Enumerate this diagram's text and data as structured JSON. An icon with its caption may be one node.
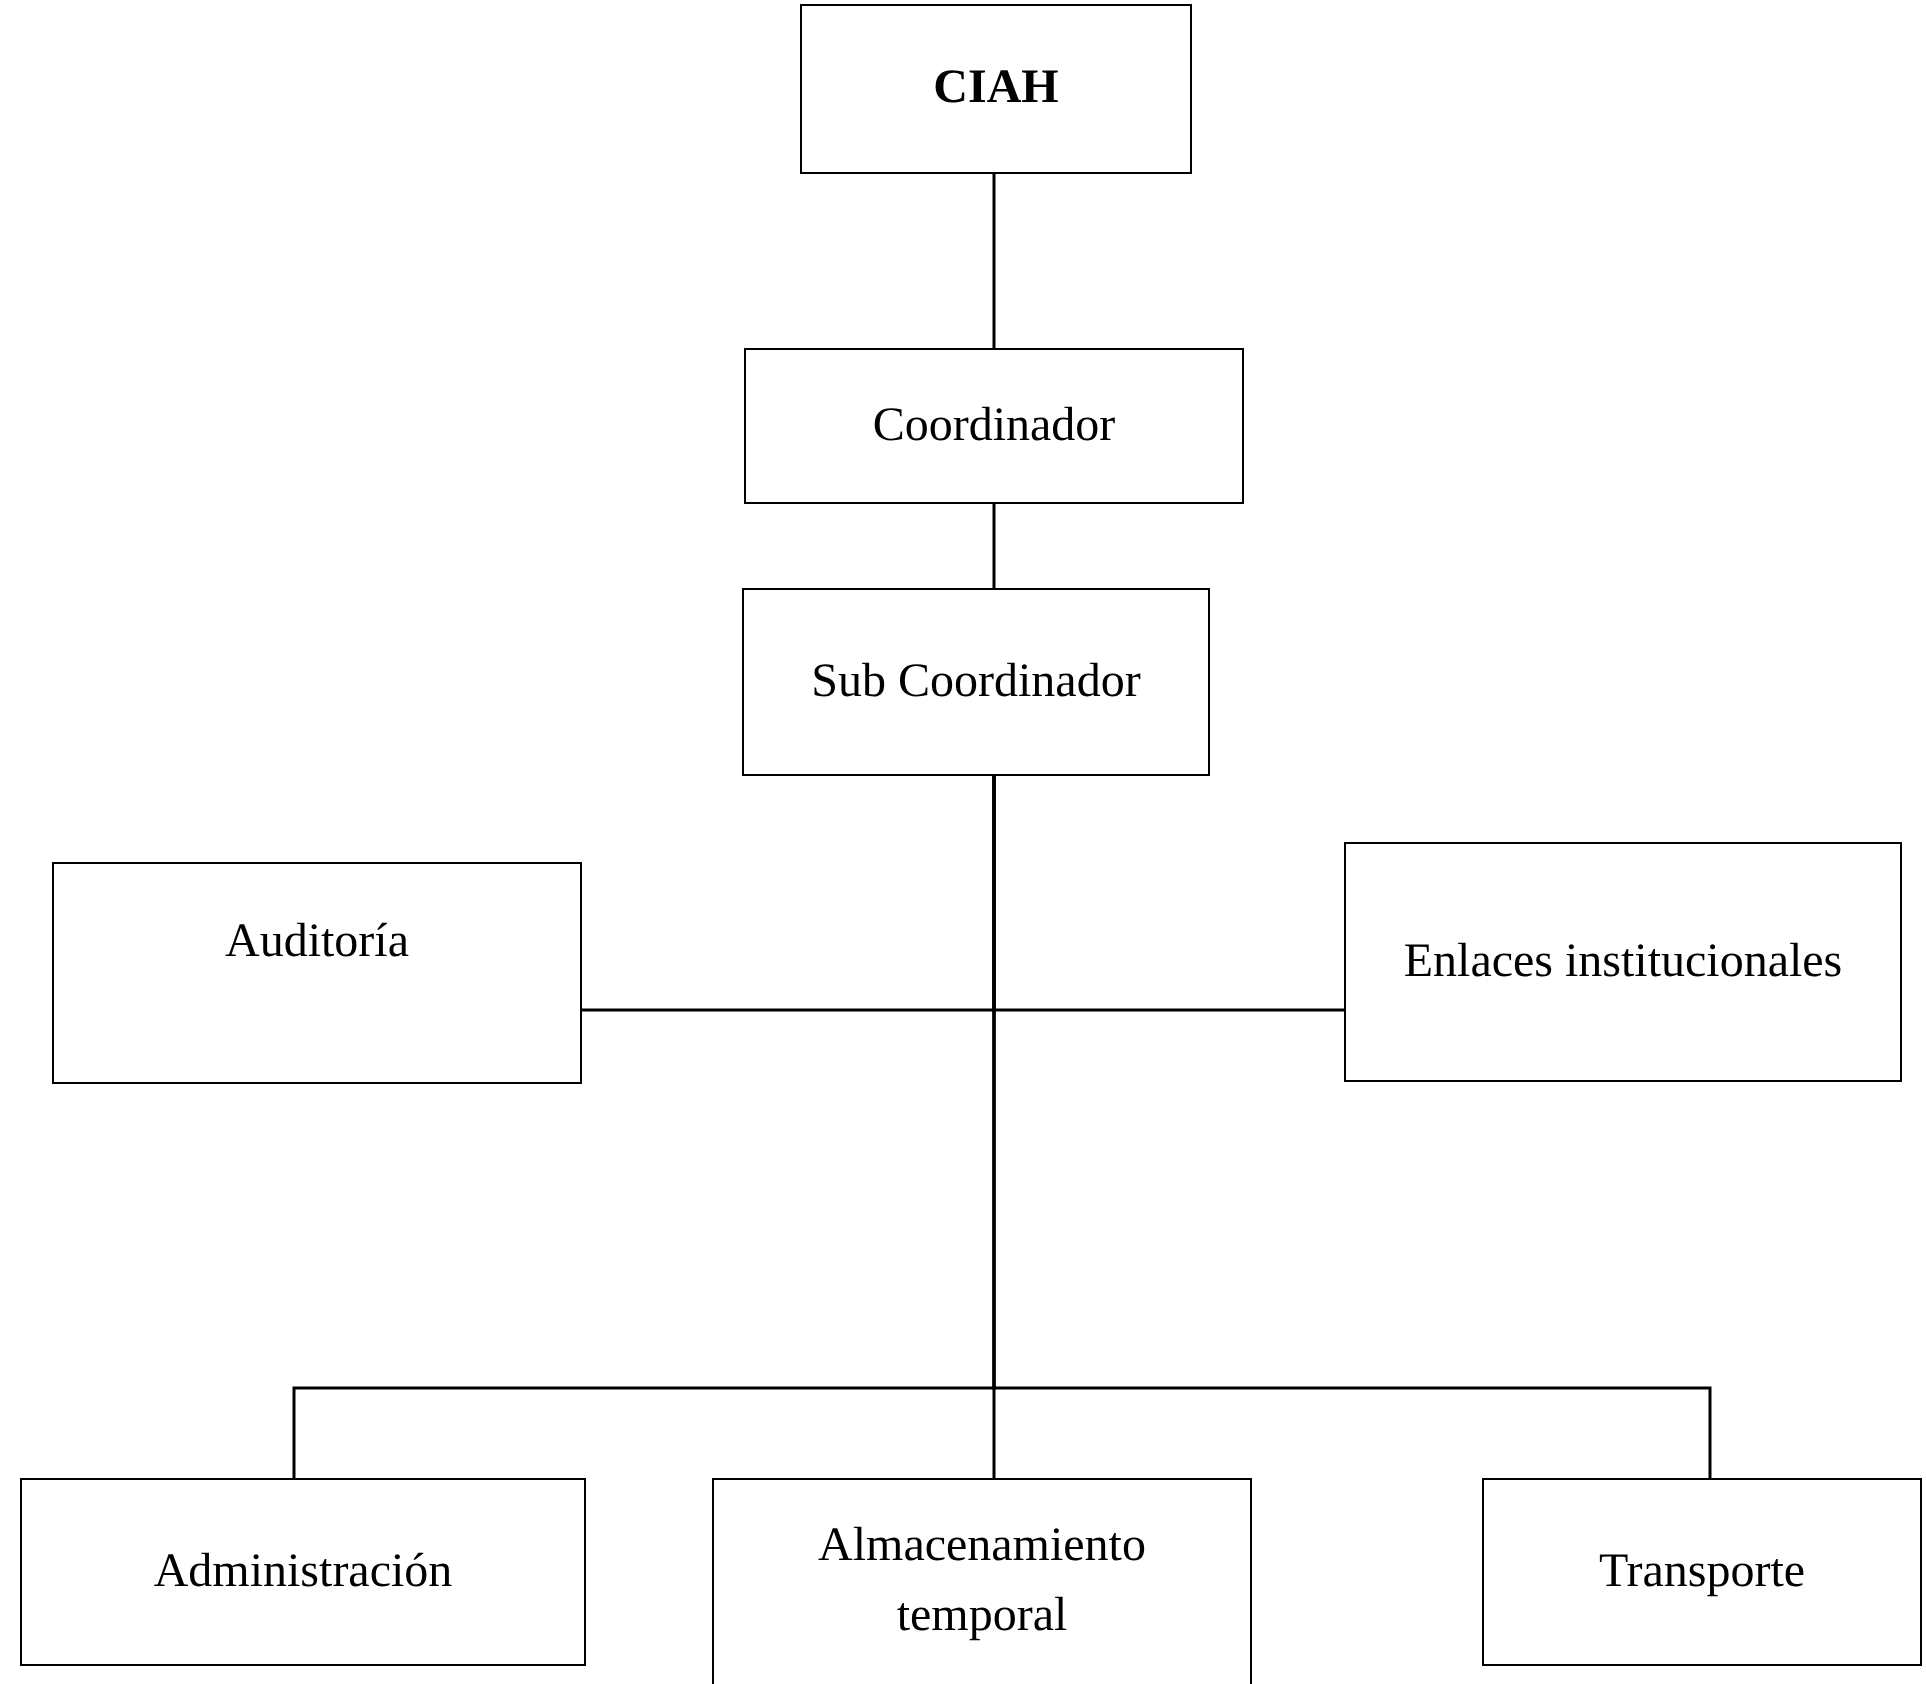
{
  "diagram": {
    "nodes": [
      {
        "text": [
          "CIAH"
        ]
      },
      {
        "text": [
          "Coordinador"
        ]
      },
      {
        "text": [
          "Sub Coordinador"
        ]
      },
      {
        "text": [
          "Auditoría"
        ]
      },
      {
        "text": [
          "Enlaces institucionales"
        ]
      },
      {
        "text": [
          "Administración"
        ]
      },
      {
        "text": [
          "Almacenamiento temporal"
        ]
      },
      {
        "text": [
          "Transporte"
        ]
      }
    ],
    "edges": [
      {
        "from": 0,
        "to": 1,
        "arrow": "none"
      },
      {
        "from": 1,
        "to": 2,
        "arrow": "none"
      },
      {
        "from": 2,
        "to": 3,
        "arrow": "none"
      },
      {
        "from": 2,
        "to": 4,
        "arrow": "none"
      },
      {
        "from": 2,
        "to": 5,
        "arrow": "none"
      },
      {
        "from": 2,
        "to": 6,
        "arrow": "none"
      },
      {
        "from": 2,
        "to": 7,
        "arrow": "none"
      }
    ]
  }
}
